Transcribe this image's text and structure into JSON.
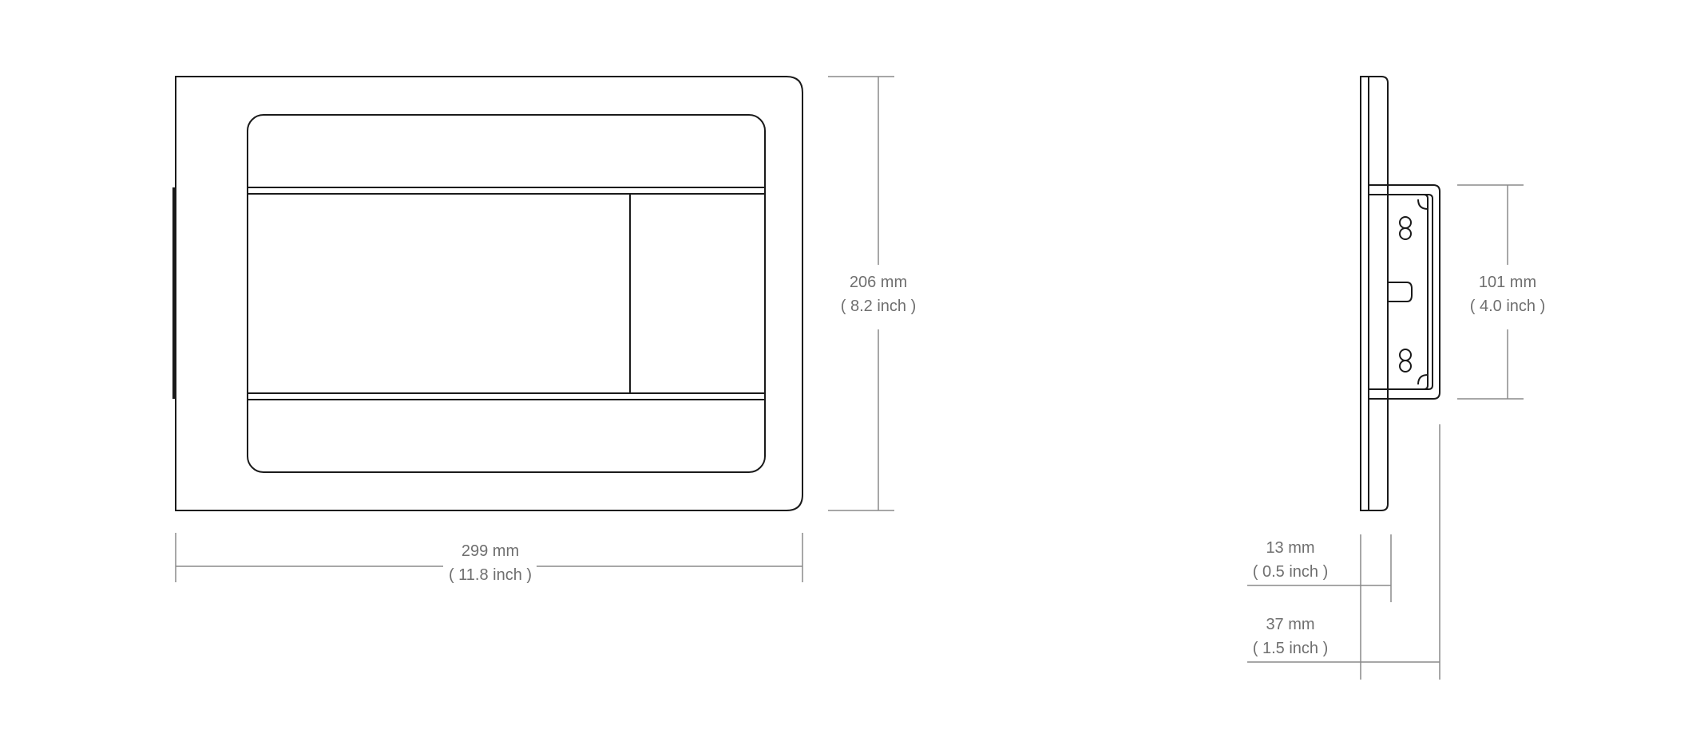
{
  "dimensions": {
    "height": {
      "metric": "206 mm",
      "imperial": "( 8.2 inch )"
    },
    "width": {
      "metric": "299 mm",
      "imperial": "( 11.8 inch )"
    },
    "bracket_height": {
      "metric": "101 mm",
      "imperial": "( 4.0 inch )"
    },
    "panel_depth": {
      "metric": "13 mm",
      "imperial": "( 0.5 inch )"
    },
    "total_depth": {
      "metric": "37 mm",
      "imperial": "( 1.5 inch )"
    }
  },
  "colors": {
    "outline": "#1a1a1a",
    "dimension_line": "#8a8a8a",
    "dimension_text": "#6f6f6f",
    "background": "#ffffff"
  }
}
